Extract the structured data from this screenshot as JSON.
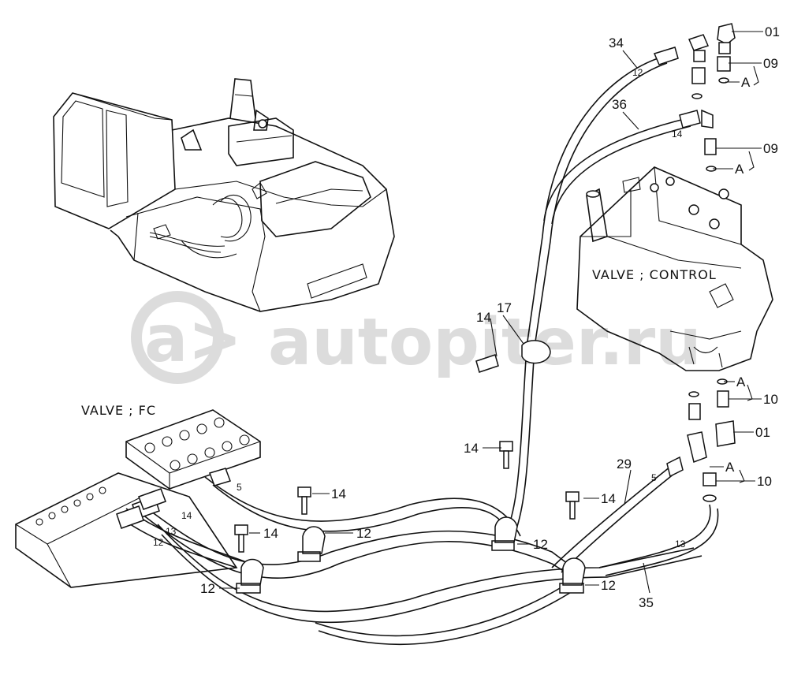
{
  "labels": {
    "valve_control": "VALVE ; CONTROL",
    "valve_fc": "VALVE ; FC"
  },
  "watermark": {
    "logo_glyph": "a>",
    "text": "autopiter.ru"
  },
  "callouts": {
    "c01_top": "01",
    "c09_a": "09",
    "c09_b": "09",
    "cA_1": "A",
    "cA_2": "A",
    "cA_3": "A",
    "cA_4": "A",
    "c10_a": "10",
    "c10_b": "10",
    "c01_mid": "01",
    "c34": "34",
    "c36": "36",
    "c17": "17",
    "c14_a": "14",
    "c14_b": "14",
    "c14_c": "14",
    "c14_d": "14",
    "c14_e": "14",
    "c12_a": "12",
    "c12_b": "12",
    "c12_c": "12",
    "c12_d": "12",
    "c29": "29",
    "c35": "35"
  },
  "hose_sizes": {
    "s12_hose34": "12",
    "s14_hose36": "14",
    "s5_hose29": "5",
    "s13_hose35": "13",
    "s5_fc": "5",
    "s14_fc": "14",
    "s13_fc": "13",
    "s12_fc": "12"
  }
}
